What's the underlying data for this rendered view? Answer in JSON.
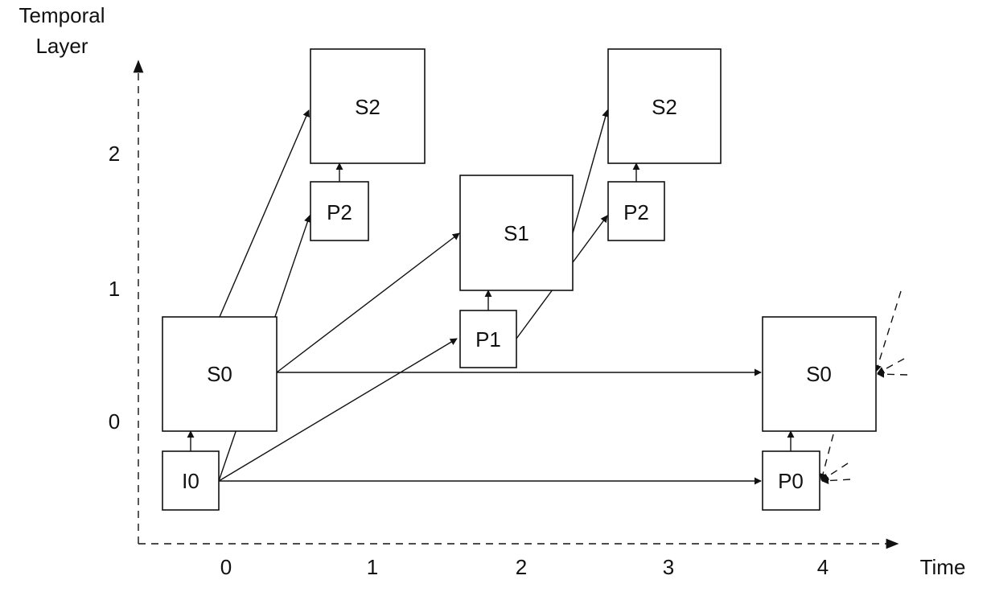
{
  "axes": {
    "y_title_line1": "Temporal",
    "y_title_line2": "Layer",
    "x_title": "Time",
    "y_ticks": [
      "0",
      "1",
      "2"
    ],
    "x_ticks": [
      "0",
      "1",
      "2",
      "3",
      "4"
    ]
  },
  "frames": {
    "i0_t0": "I0",
    "s0_t0": "S0",
    "p2_t1": "P2",
    "s2_t1": "S2",
    "p1_t2": "P1",
    "s1_t2": "S1",
    "p2_t3": "P2",
    "s2_t3": "S2",
    "p0_t4": "P0",
    "s0_t4": "S0"
  }
}
